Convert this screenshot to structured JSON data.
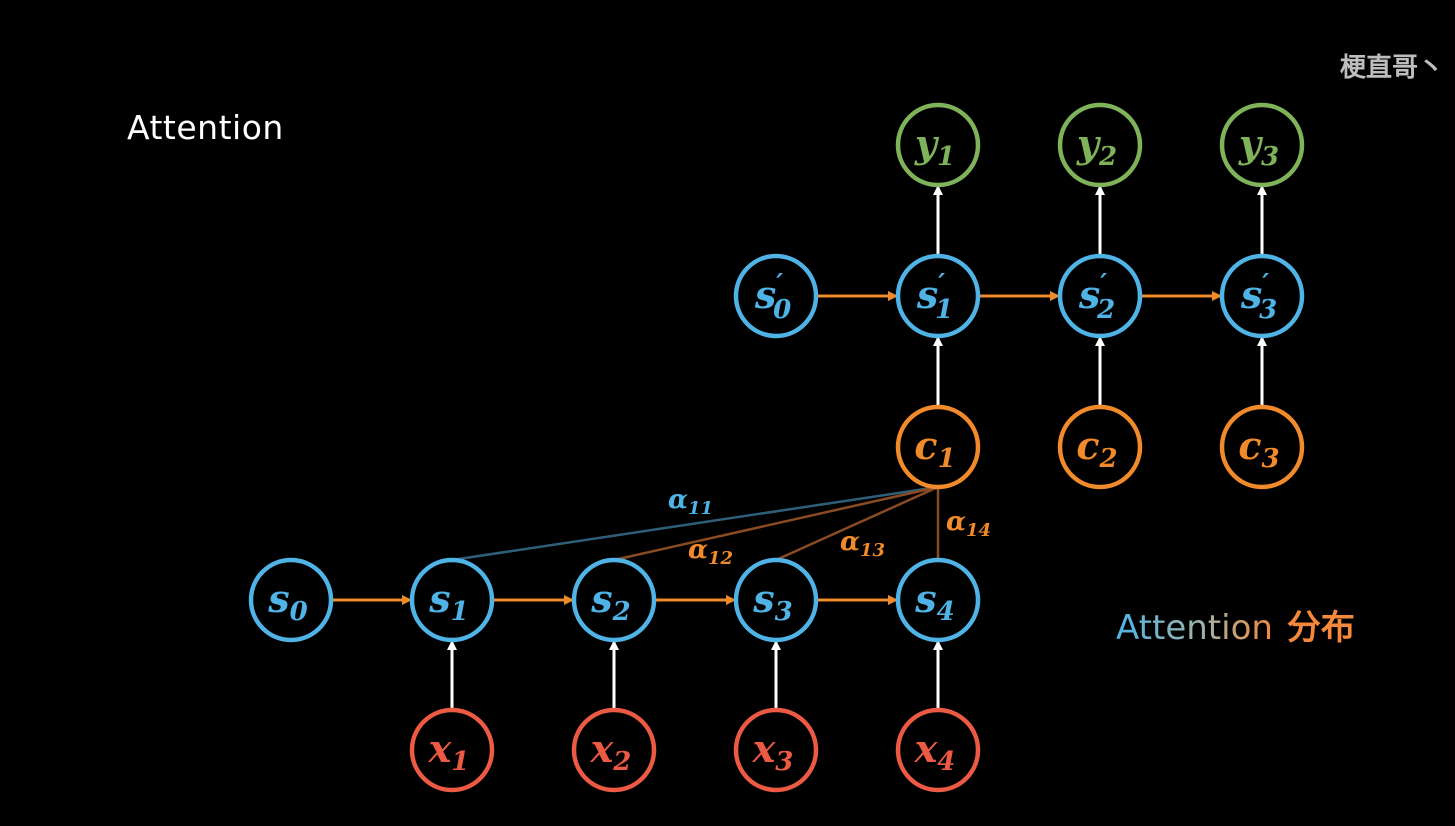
{
  "title": "Attention",
  "watermark": "梗直哥丶",
  "legend": {
    "part1": "Attention",
    "part2": "分布"
  },
  "colors": {
    "encoder_state": "#4fb3e6",
    "decoder_state": "#4fb3e6",
    "input": "#ec5a44",
    "output": "#7fb35a",
    "context": "#f08a2a",
    "arrow_recurrent": "#f08a2a",
    "arrow_vertical": "#ffffff",
    "attention_line_first": "#2f5f78",
    "attention_line_other": "#8a4a22"
  },
  "nodes": {
    "encoder_states": [
      {
        "base": "s",
        "sub": "0",
        "prime": false
      },
      {
        "base": "s",
        "sub": "1",
        "prime": false
      },
      {
        "base": "s",
        "sub": "2",
        "prime": false
      },
      {
        "base": "s",
        "sub": "3",
        "prime": false
      },
      {
        "base": "s",
        "sub": "4",
        "prime": false
      }
    ],
    "inputs": [
      {
        "base": "x",
        "sub": "1"
      },
      {
        "base": "x",
        "sub": "2"
      },
      {
        "base": "x",
        "sub": "3"
      },
      {
        "base": "x",
        "sub": "4"
      }
    ],
    "decoder_states": [
      {
        "base": "s",
        "sub": "0",
        "prime": true
      },
      {
        "base": "s",
        "sub": "1",
        "prime": true
      },
      {
        "base": "s",
        "sub": "2",
        "prime": true
      },
      {
        "base": "s",
        "sub": "3",
        "prime": true
      }
    ],
    "contexts": [
      {
        "base": "c",
        "sub": "1"
      },
      {
        "base": "c",
        "sub": "2"
      },
      {
        "base": "c",
        "sub": "3"
      }
    ],
    "outputs": [
      {
        "base": "y",
        "sub": "1"
      },
      {
        "base": "y",
        "sub": "2"
      },
      {
        "base": "y",
        "sub": "3"
      }
    ]
  },
  "attention_weights": [
    {
      "base": "α",
      "sub": "11",
      "color": "#4fb3e6"
    },
    {
      "base": "α",
      "sub": "12",
      "color": "#f08a2a"
    },
    {
      "base": "α",
      "sub": "13",
      "color": "#f08a2a"
    },
    {
      "base": "α",
      "sub": "14",
      "color": "#f08a2a"
    }
  ]
}
